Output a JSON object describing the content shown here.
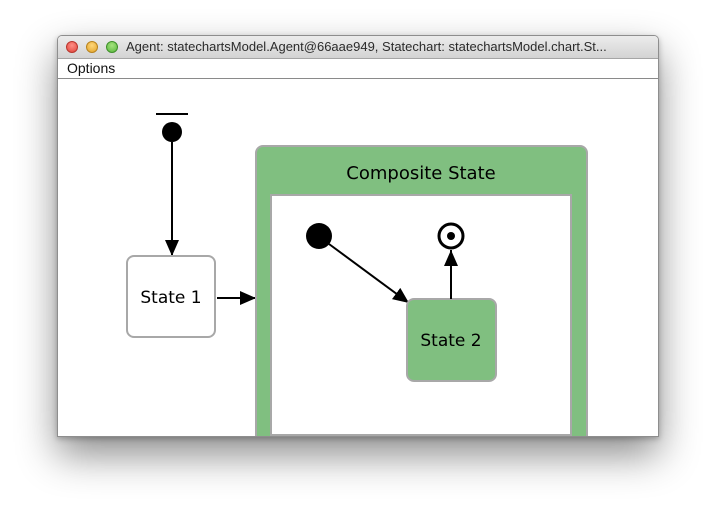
{
  "window": {
    "title": "Agent: statechartsModel.Agent@66aae949, Statechart: statechartsModel.chart.St..."
  },
  "menu": {
    "options_label": "Options"
  },
  "diagram": {
    "state1_label": "State 1",
    "composite_label": "Composite State",
    "state2_label": "State 2"
  },
  "colors": {
    "composite_fill": "#80bf80",
    "state2_fill": "#80bf80",
    "state_border": "#a8a8a8"
  },
  "icons": [
    "close-icon",
    "minimize-icon",
    "zoom-icon",
    "initial-pseudostate-icon",
    "final-state-icon"
  ]
}
